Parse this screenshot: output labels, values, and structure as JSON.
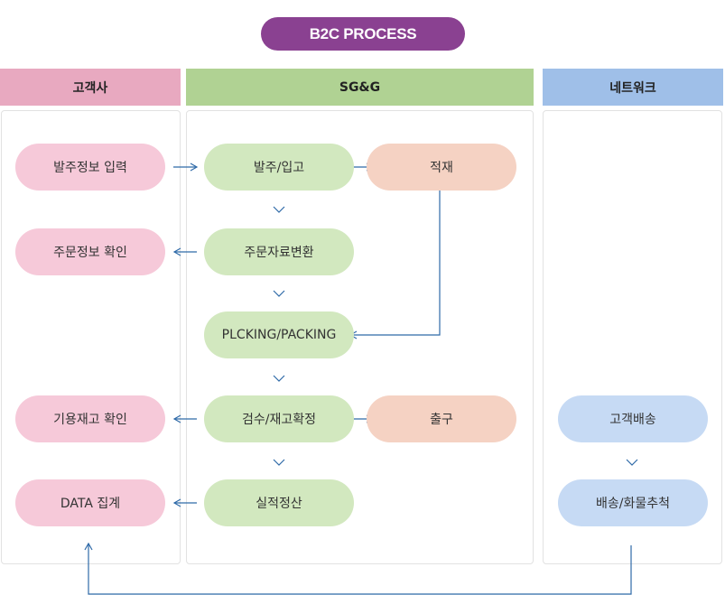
{
  "title": "B2C PROCESS",
  "colors": {
    "title_bg": "#8a4191",
    "customer_header": "#e8a9c0",
    "sgg_header": "#b0d293",
    "network_header": "#9fbfe8",
    "pink_node": "#f6c9d9",
    "green_node": "#d2e8bf",
    "peach_node": "#f5d2c3",
    "blue_node": "#c6daf4",
    "arrow": "#2f6aa8"
  },
  "columns": {
    "customer": {
      "header": "고객사",
      "nodes": [
        "발주정보 입력",
        "주문정보 확인",
        "기용재고 확인",
        "DATA 집계"
      ]
    },
    "sgg": {
      "header": "SG&G",
      "nodes": [
        "발주/입고",
        "주문자료변환",
        "PLCKING/PACKING",
        "검수/재고확정",
        "실적정산"
      ],
      "side_nodes": [
        "적재",
        "출구"
      ]
    },
    "network": {
      "header": "네트워크",
      "nodes": [
        "고객배송",
        "배송/화물추척"
      ]
    }
  }
}
